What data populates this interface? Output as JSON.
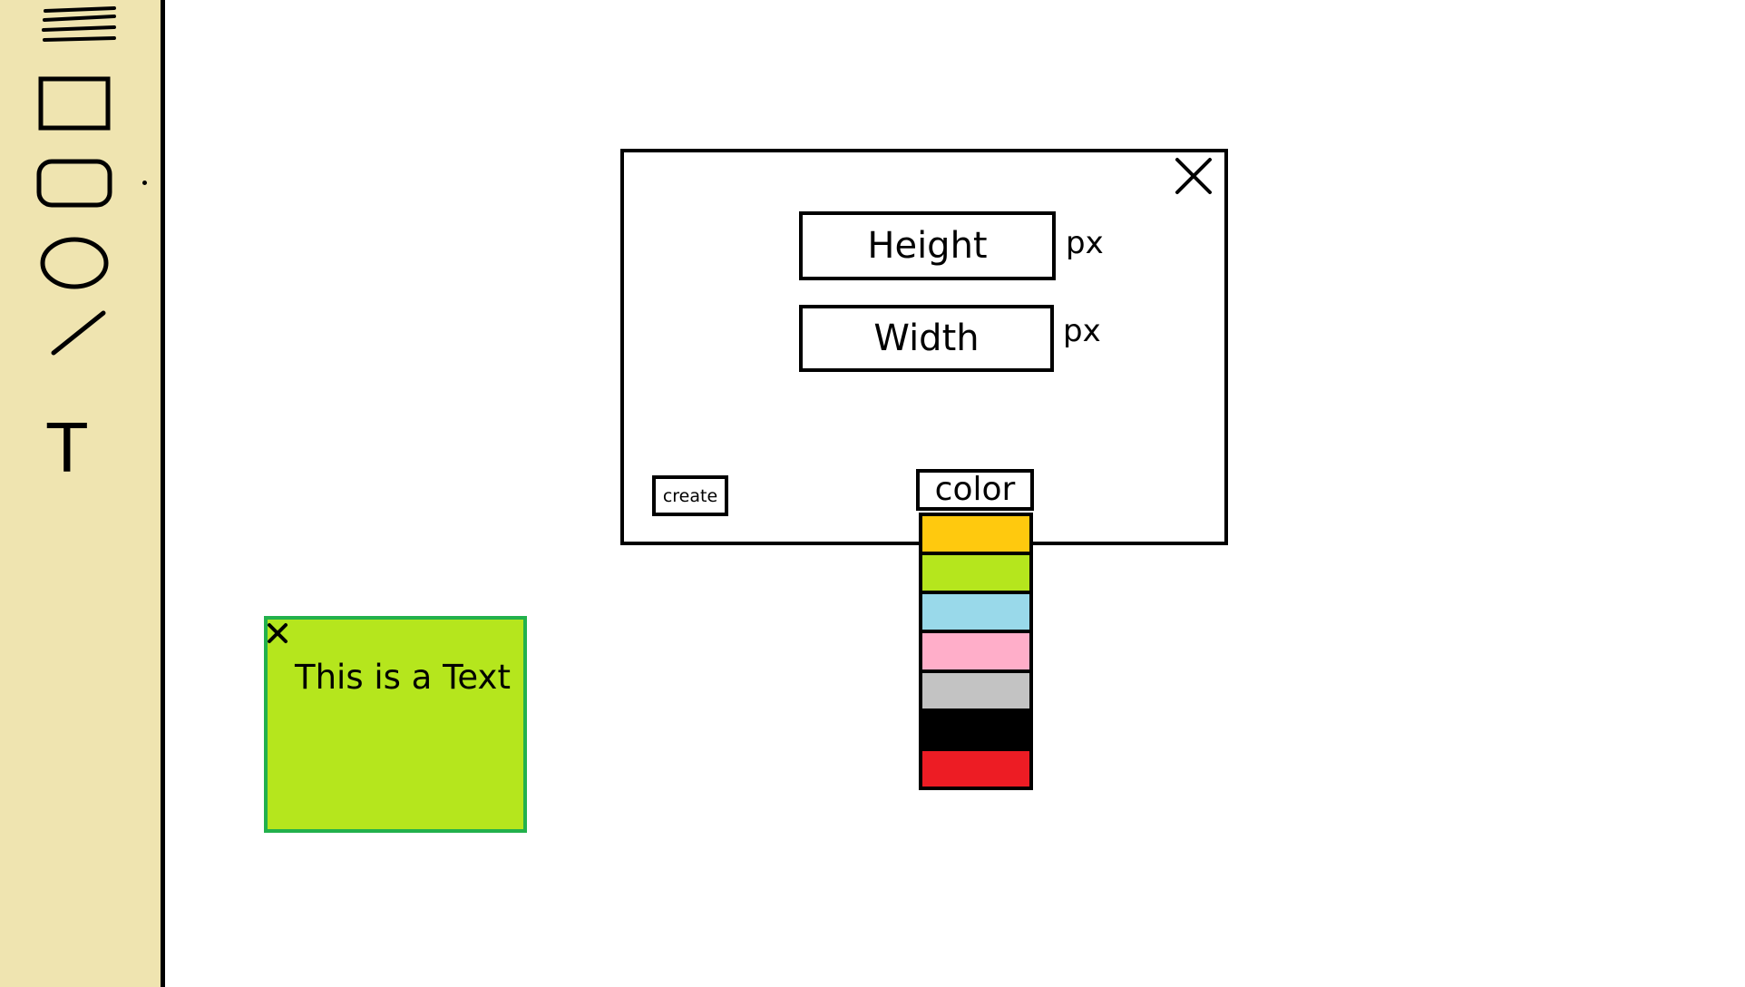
{
  "toolbar": {
    "tools": [
      {
        "name": "menu",
        "icon": "hamburger-icon"
      },
      {
        "name": "rectangle",
        "icon": "rectangle-icon"
      },
      {
        "name": "rounded-rectangle",
        "icon": "rounded-rectangle-icon"
      },
      {
        "name": "ellipse",
        "icon": "ellipse-icon"
      },
      {
        "name": "line",
        "icon": "line-icon"
      },
      {
        "name": "text",
        "icon": "text-icon",
        "glyph": "T"
      }
    ],
    "background_color": "#efe4b0"
  },
  "dialog": {
    "close_icon": "close-icon",
    "height_label": "Height",
    "height_unit": "px",
    "width_label": "Width",
    "width_unit": "px",
    "create_label": "create",
    "color_label": "color",
    "swatches": [
      "#ffc90e",
      "#b5e61d",
      "#99d9ea",
      "#ffaec9",
      "#c3c3c3",
      "#000000",
      "#ed1c24"
    ]
  },
  "note": {
    "text": "This is a Text",
    "close_icon": "close-icon",
    "fill_color": "#b5e61d",
    "border_color": "#22b14c"
  }
}
